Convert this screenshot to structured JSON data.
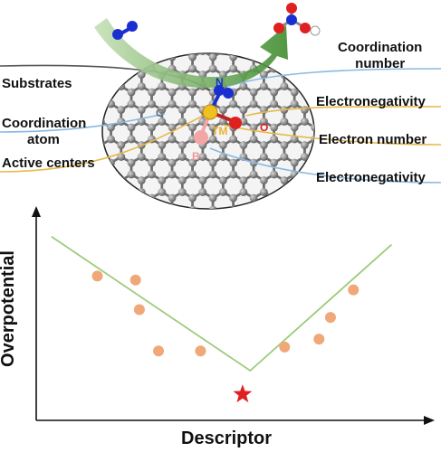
{
  "diagram": {
    "left_labels": {
      "substrates": "Substrates",
      "coordination_atom_line1": "Coordination",
      "coordination_atom_line2": "atom",
      "active_centers": "Active centers"
    },
    "right_labels": {
      "coordination_number_line1": "Coordination",
      "coordination_number_line2": "number",
      "electronegativity_1": "Electronegativity",
      "electron_number": "Electron number",
      "electronegativity_2": "Electronegativity"
    },
    "atom_labels": {
      "nitrogen": "N",
      "carbon": "C",
      "oxygen": "O",
      "metal": "TM",
      "boron": "B"
    },
    "colors": {
      "graphene": "#6f6f6f",
      "arrow": "#5a9a3c",
      "gold_line": "#e8b84a",
      "blue_line": "#8ab8e0",
      "gray_line": "#555555",
      "metal": "#f0c020",
      "oxygen": "#e02020",
      "nitrogen": "#1a2fd0",
      "boron": "#f2a6a6"
    }
  },
  "chart_data": {
    "type": "scatter",
    "xlabel": "Descriptor",
    "ylabel": "Overpotential",
    "xlim": [
      0,
      10
    ],
    "ylim": [
      0,
      10
    ],
    "points": [
      {
        "x": 1.6,
        "y": 7.0
      },
      {
        "x": 2.6,
        "y": 6.8
      },
      {
        "x": 2.7,
        "y": 5.3
      },
      {
        "x": 3.2,
        "y": 3.2
      },
      {
        "x": 4.3,
        "y": 3.2
      },
      {
        "x": 6.5,
        "y": 3.4
      },
      {
        "x": 7.4,
        "y": 3.8
      },
      {
        "x": 7.7,
        "y": 4.9
      },
      {
        "x": 8.3,
        "y": 6.3
      }
    ],
    "optimum": {
      "x": 5.4,
      "y": 1.0
    },
    "volcano_line": [
      {
        "x": 0.4,
        "y": 9.0
      },
      {
        "x": 5.6,
        "y": 2.2
      },
      {
        "x": 9.3,
        "y": 8.6
      }
    ],
    "colors": {
      "points": "#f0a878",
      "line": "#9ccc7c",
      "optimum": "#e02020"
    }
  }
}
